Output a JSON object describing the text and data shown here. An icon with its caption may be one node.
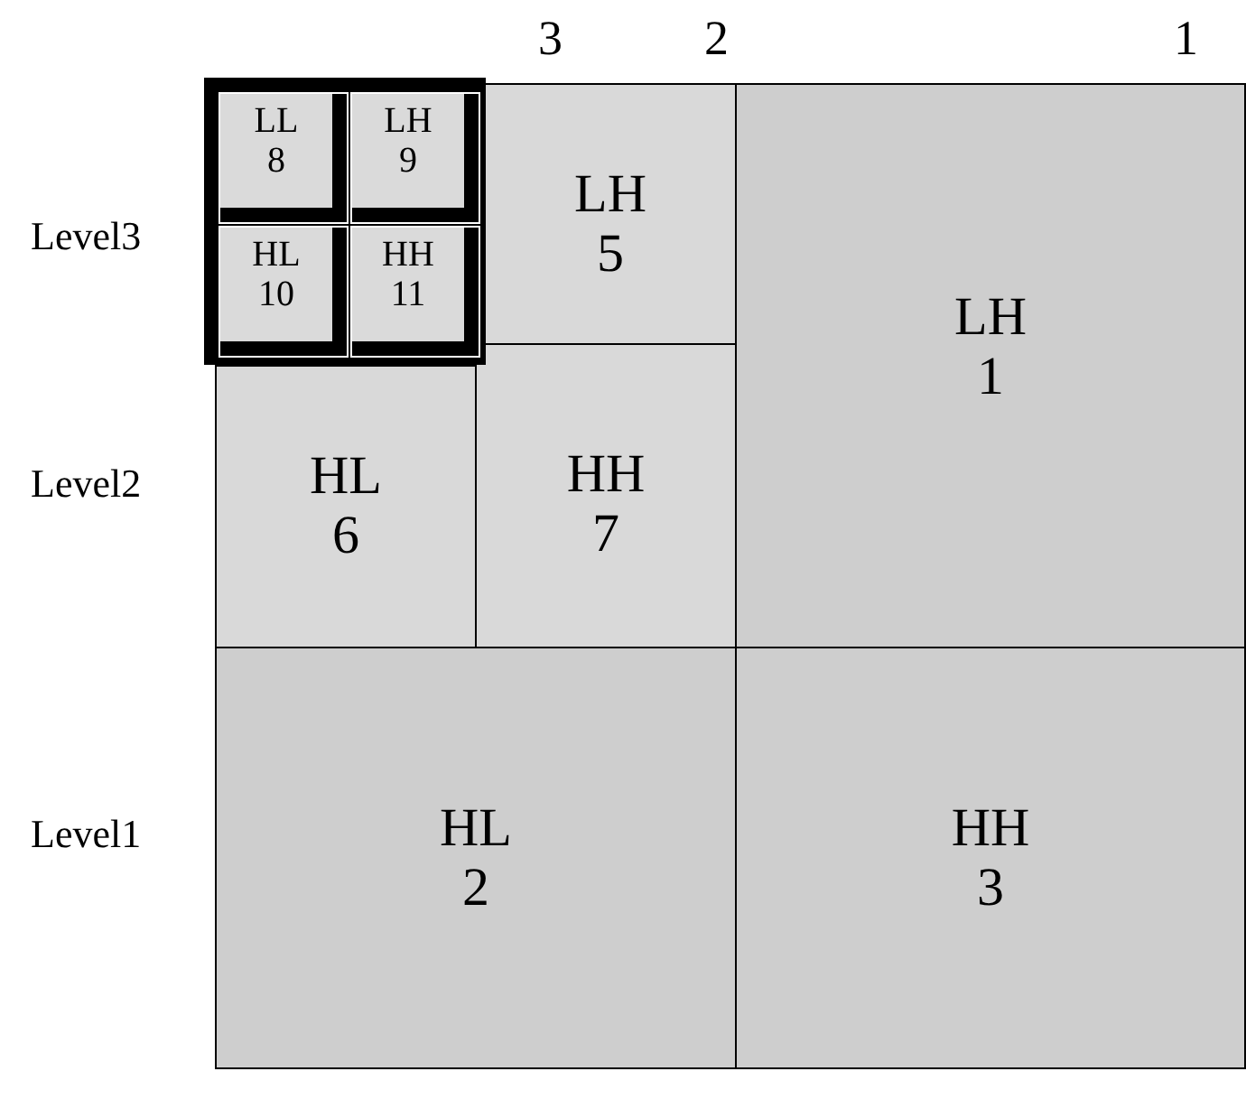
{
  "diagram": {
    "nodes": [
      {
        "text": [],
        "shape": "box"
      },
      {
        "text": [
          "LL",
          "8"
        ],
        "in": 0
      },
      {
        "text": [
          "LH",
          "9"
        ],
        "in": 0
      },
      {
        "text": [
          "HL",
          "10"
        ],
        "in": 0
      },
      {
        "text": [
          "HH",
          "11"
        ],
        "in": 0
      },
      {
        "text": [
          "LH",
          "5"
        ]
      },
      {
        "text": [
          "LH",
          "1"
        ]
      },
      {
        "text": [
          "HL",
          "6"
        ]
      },
      {
        "text": [
          "HH",
          "7"
        ]
      },
      {
        "text": [
          "HL",
          "2"
        ]
      },
      {
        "text": [
          "HH",
          "3"
        ]
      }
    ],
    "labels": [
      "3",
      "2",
      "1",
      "Level3",
      "Level2",
      "Level1"
    ]
  }
}
